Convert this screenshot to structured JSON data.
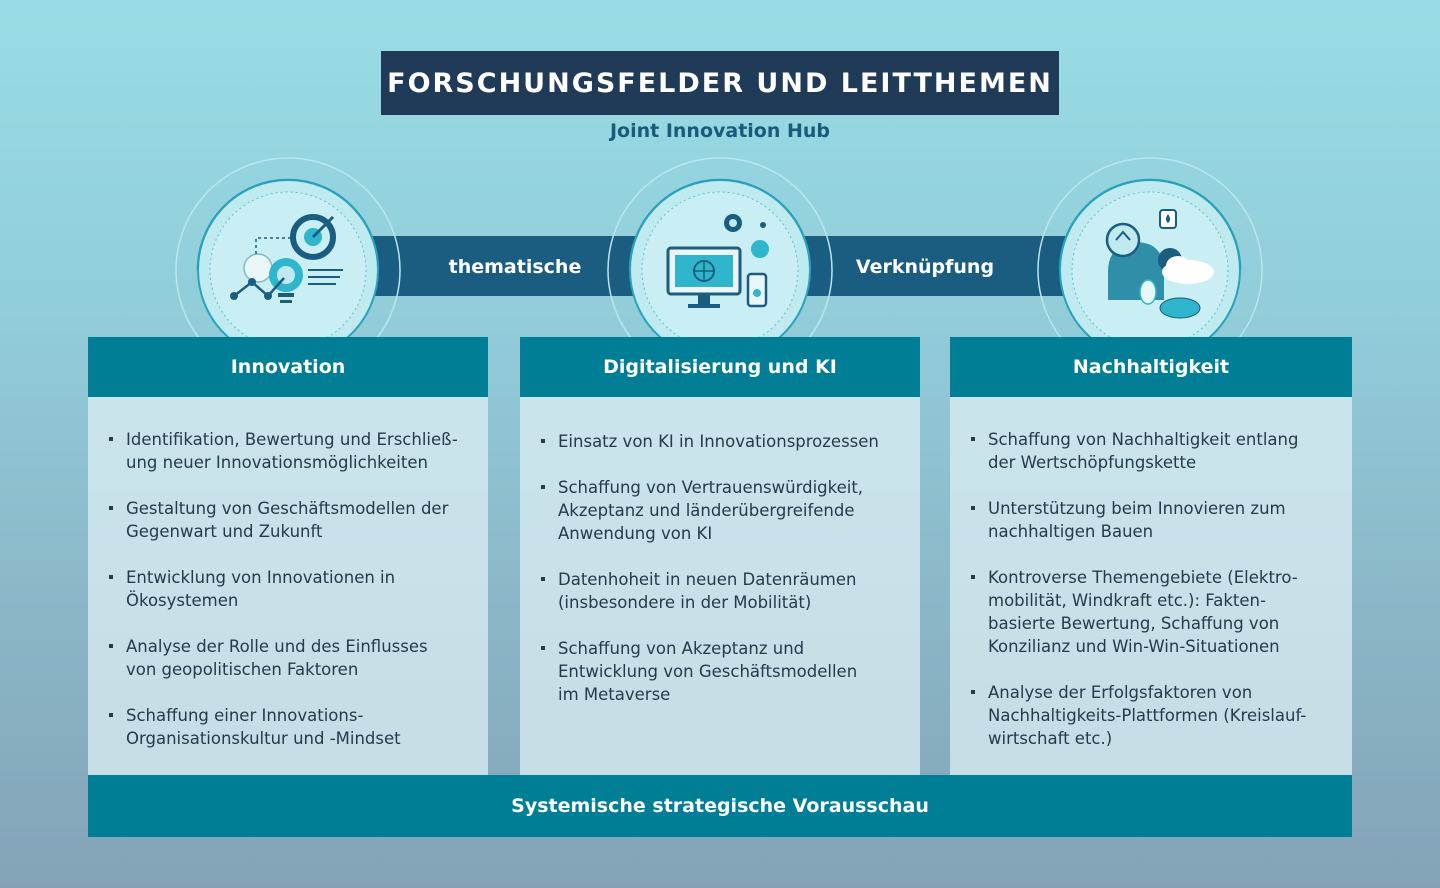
{
  "header": {
    "title": "FORSCHUNGSFELDER UND LEITTHEMEN",
    "subtitle": "Joint Innovation Hub"
  },
  "connector": {
    "left_label": "thematische",
    "right_label": "Verknüpfung"
  },
  "columns": [
    {
      "title": "Innovation",
      "icon": "innovation-icon",
      "items": [
        "Identifikation, Bewertung und Erschließ-\nung neuer Innovationsmöglichkeiten",
        "Gestaltung von Geschäftsmodellen der\nGegenwart und Zukunft",
        "Entwicklung von Innovationen in\nÖkosystemen",
        "Analyse der Rolle und des Einflusses\nvon geopolitischen Faktoren",
        "Schaffung einer Innovations-\nOrganisationskultur und -Mindset"
      ]
    },
    {
      "title": "Digitalisierung und KI",
      "icon": "digital-icon",
      "items": [
        "Einsatz von KI in Innovationsprozessen",
        "Schaffung von Vertrauenswürdigkeit,\nAkzeptanz und länderübergreifende\nAnwendung von KI",
        "Datenhoheit in neuen Datenräumen\n(insbesondere in der Mobilität)",
        "Schaffung von Akzeptanz und\nEntwicklung von Geschäftsmodellen\nim Metaverse"
      ]
    },
    {
      "title": "Nachhaltigkeit",
      "icon": "sustainability-icon",
      "items": [
        "Schaffung von Nachhaltigkeit entlang\nder Wertschöpfungskette",
        "Unterstützung beim Innovieren zum\nnachhaltigen Bauen",
        "Kontroverse Themengebiete (Elektro-\nmobilität, Windkraft etc.): Fakten-\nbasierte Bewertung, Schaffung von\nKonzilianz und Win-Win-Situationen",
        "Analyse der Erfolgsfaktoren von\nNachhaltigkeits-Plattformen (Kreislauf-\nwirtschaft etc.)"
      ]
    }
  ],
  "footer": {
    "label": "Systemische strategische Vorausschau"
  },
  "colors": {
    "title_bg": "#1f3b57",
    "header_bg": "#007e96",
    "band_bg": "#1b5d80",
    "text": "#253a4c"
  }
}
